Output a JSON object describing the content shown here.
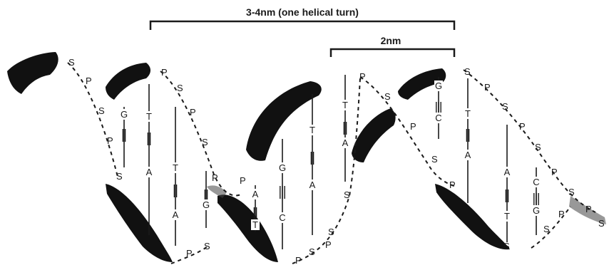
{
  "title": "",
  "dimensions": {
    "helical_turn": "3-4nm (one helical turn)",
    "spacing": "2nm"
  },
  "backbone_letter": "P",
  "sugar_letter": "S",
  "base_pairs": [
    {
      "top": "G",
      "bottom": "",
      "bonds": "2"
    },
    {
      "top": "T",
      "bottom": "A",
      "bonds": "2"
    },
    {
      "top": "T",
      "bottom": "A",
      "bonds": "2"
    },
    {
      "top": "",
      "bottom": "G",
      "bonds": "2"
    },
    {
      "top": "A",
      "bottom": "T",
      "bonds": "2"
    },
    {
      "top": "G",
      "bottom": "C",
      "bonds": "3"
    },
    {
      "top": "T",
      "bottom": "A",
      "bonds": "2"
    },
    {
      "top": "T",
      "bottom": "A",
      "bonds": "2"
    },
    {
      "top": "G",
      "bottom": "C",
      "bonds": "3"
    },
    {
      "top": "T",
      "bottom": "A",
      "bonds": "2"
    },
    {
      "top": "A",
      "bottom": "T",
      "bonds": "2"
    },
    {
      "top": "C",
      "bottom": "G",
      "bonds": "3"
    }
  ],
  "colors": {
    "ink": "#1a1a1a",
    "ribbon": "#111111",
    "background": "#ffffff"
  }
}
